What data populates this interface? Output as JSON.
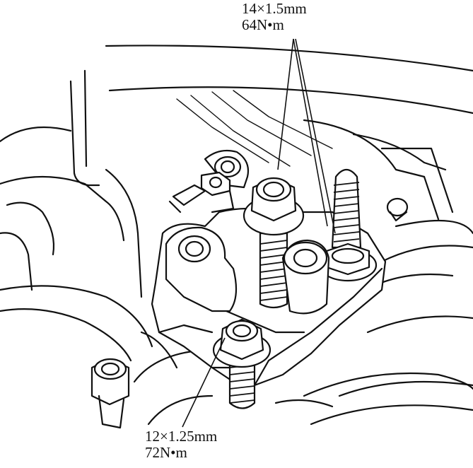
{
  "figure": {
    "top_callout": {
      "size": "14×1.5mm",
      "torque": "64N•m"
    },
    "bottom_callout": {
      "size": "12×1.25mm",
      "torque": "72N•m"
    }
  }
}
